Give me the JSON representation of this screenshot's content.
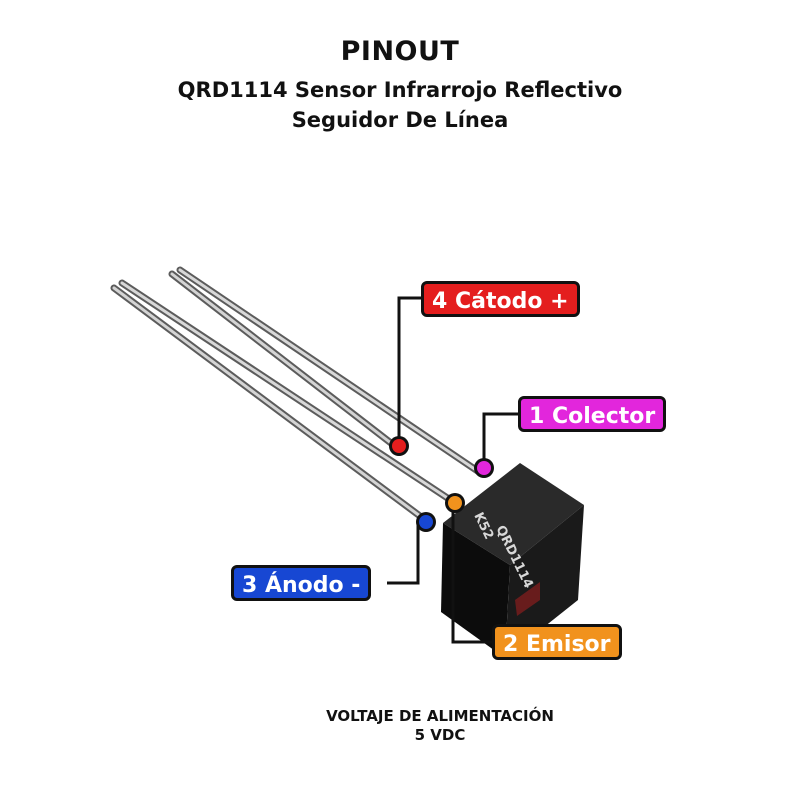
{
  "header": {
    "title": "PINOUT",
    "subtitle_line1": "QRD1114 Sensor Infrarrojo Reflectivo",
    "subtitle_line2": "Seguidor De Línea"
  },
  "component": {
    "marking_line1": "QRD1114",
    "marking_line2": "K52"
  },
  "pins": [
    {
      "id": "pin4",
      "label": "4 Cátodo +",
      "color": "#e41e1e"
    },
    {
      "id": "pin1",
      "label": "1 Colector",
      "color": "#e226dc"
    },
    {
      "id": "pin3",
      "label": "3 Ánodo -",
      "color": "#1747d3"
    },
    {
      "id": "pin2",
      "label": "2 Emisor",
      "color": "#f1921d"
    }
  ],
  "footer": {
    "line1": "VOLTAJE DE ALIMENTACIÓN",
    "line2": "5 VDC"
  }
}
